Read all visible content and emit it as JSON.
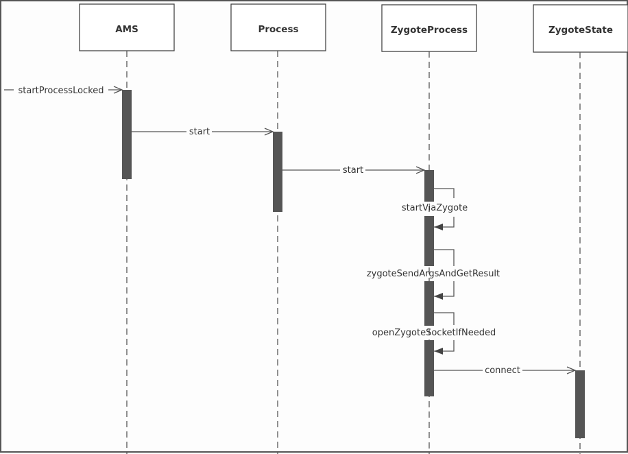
{
  "diagram": {
    "type": "sequence",
    "colors": {
      "line": "#555555",
      "activation": "#555555",
      "text": "#333333",
      "box_border": "#444444"
    },
    "participants": [
      {
        "id": "ams",
        "label": "AMS"
      },
      {
        "id": "process",
        "label": "Process"
      },
      {
        "id": "zygoteprocess",
        "label": "ZygoteProcess"
      },
      {
        "id": "zygotestate",
        "label": "ZygoteState"
      }
    ],
    "messages": [
      {
        "from": "external",
        "to": "ams",
        "label": "startProcessLocked",
        "kind": "call"
      },
      {
        "from": "ams",
        "to": "process",
        "label": "start",
        "kind": "call"
      },
      {
        "from": "process",
        "to": "zygoteprocess",
        "label": "start",
        "kind": "call"
      },
      {
        "from": "zygoteprocess",
        "to": "zygoteprocess",
        "label": "startViaZygote",
        "kind": "self"
      },
      {
        "from": "zygoteprocess",
        "to": "zygoteprocess",
        "label": "zygoteSendArgsAndGetResult",
        "kind": "self"
      },
      {
        "from": "zygoteprocess",
        "to": "zygoteprocess",
        "label": "openZygoteSocketIfNeeded",
        "kind": "self"
      },
      {
        "from": "zygoteprocess",
        "to": "zygotestate",
        "label": "connect",
        "kind": "call"
      }
    ]
  }
}
